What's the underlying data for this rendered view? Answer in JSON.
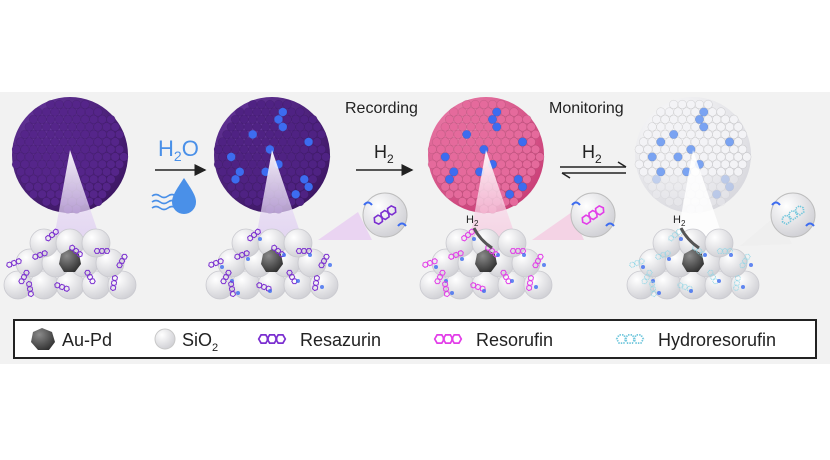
{
  "stages": {
    "step1_reagent": "H",
    "step1_reagent_sub": "2",
    "step1_reagent_tail": "O",
    "step2_label": "Recording",
    "step2_reagent": "H",
    "step2_reagent_sub": "2",
    "step3_label": "Monitoring",
    "step3_reagent": "H",
    "step3_reagent_sub": "2",
    "pore_h2_a": "H",
    "pore_h2_a_sub": "2",
    "pore_h2_b": "H",
    "pore_h2_b_sub": "2"
  },
  "legend": {
    "items": [
      {
        "label": "Au-Pd",
        "icon": "au-pd-particle-icon",
        "color": "#4a4a4a"
      },
      {
        "label": "SiO",
        "sub": "2",
        "icon": "silica-sphere-icon",
        "color": "#e6e6e6"
      },
      {
        "label": "Resazurin",
        "icon": "resazurin-molecule-icon",
        "color": "#7b2fd0"
      },
      {
        "label": "Resorufin",
        "icon": "resorufin-molecule-icon",
        "color": "#e23ee8"
      },
      {
        "label": "Hydroresorufin",
        "icon": "hydroresorufin-molecule-icon",
        "color": "#8fd6e6"
      }
    ]
  },
  "colors": {
    "resazurin_sphere": "#4b1e78",
    "resorufin_sphere": "#e0508c",
    "hydroresorufin_sphere": "#e9e9ec",
    "exposed_pore_blue": "#3d6cf0",
    "water_blue": "#4a90e8"
  }
}
